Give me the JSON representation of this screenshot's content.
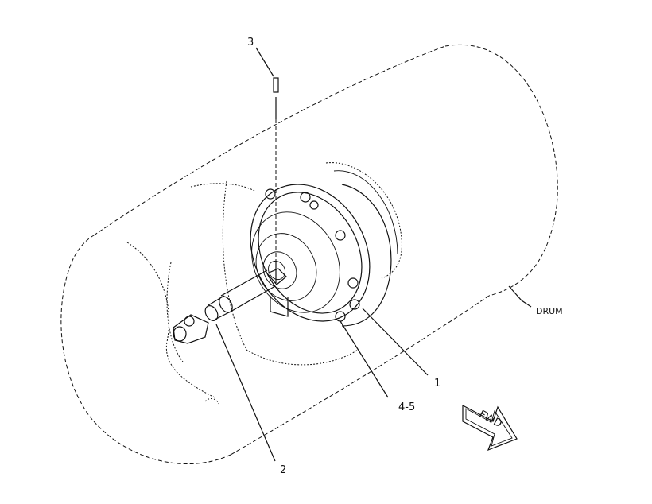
{
  "callouts": {
    "c1": "1",
    "c2": "2",
    "c3": "3",
    "c45": "4-5"
  },
  "labels": {
    "drum": "DRUM",
    "fwd": "FWD"
  }
}
